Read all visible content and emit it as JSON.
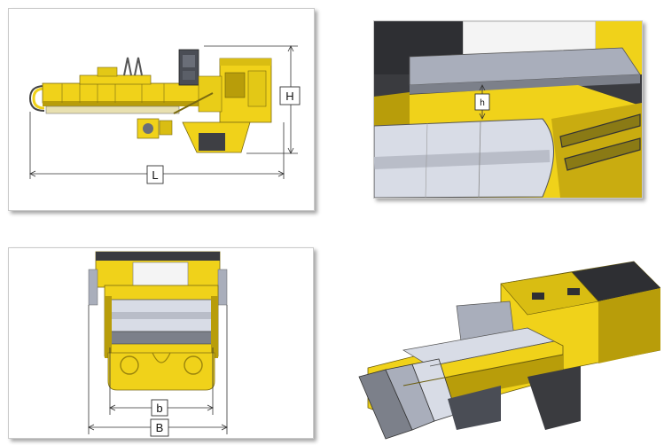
{
  "panels": {
    "side_view": {
      "dimension_labels": {
        "length": "L",
        "height": "H"
      }
    },
    "feed_detail": {
      "dimension_labels": {
        "gap": "h"
      }
    },
    "front_view": {
      "dimension_labels": {
        "inner_width": "b",
        "outer_width": "B"
      }
    },
    "isometric": {}
  },
  "colors": {
    "machine_yellow": "#f0d21a",
    "yellow_shadow": "#b89d0a",
    "dark_grey": "#4a4d55",
    "steel_light": "#d8dce6",
    "steel_mid": "#a9aebb",
    "belt_grey": "#7c808a",
    "dimension_line": "#333333"
  }
}
